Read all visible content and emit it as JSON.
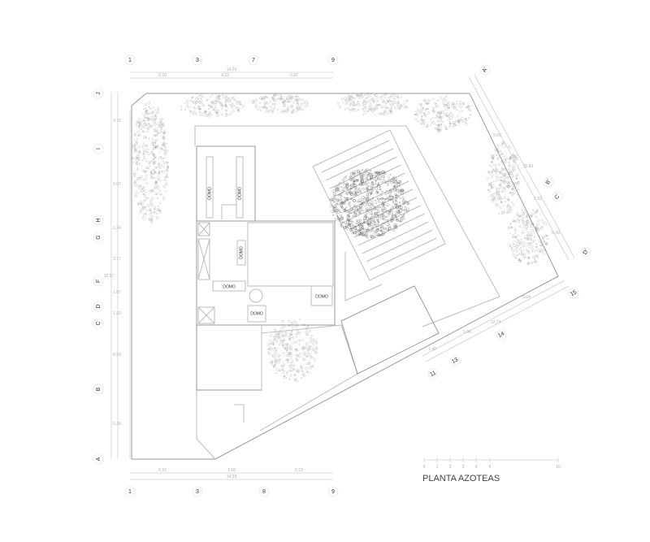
{
  "title": "PLANTA AZOTEAS",
  "grid_top": [
    "1",
    "3",
    "7",
    "9"
  ],
  "grid_bottom": [
    "1",
    "3",
    "8",
    "9"
  ],
  "grid_left": [
    "J",
    "I",
    "H",
    "G",
    "F",
    "D",
    "C",
    "B",
    "A"
  ],
  "grid_right_axes": [
    "A'",
    "B'",
    "C'",
    "D'"
  ],
  "grid_bottom_right": [
    "11",
    "13",
    "14",
    "15"
  ],
  "dims_top": {
    "total": "14.29",
    "parts": [
      "6.10",
      "4.23",
      "6.97"
    ]
  },
  "dims_bottom": {
    "total": "14.29",
    "parts": [
      "6.10",
      "1.68",
      "6.23"
    ]
  },
  "dims_left": [
    "4.18",
    "5.07",
    "1.24",
    "2.17",
    "1.87",
    "1.32",
    "4.99",
    "5.28"
  ],
  "dims_left_extra": "10.67",
  "dims_right": [
    "9.62",
    "15.86",
    "1.32",
    "5.49"
  ],
  "dims_bottom_right": [
    "1.40",
    "5.90",
    "12.74",
    "8.04"
  ],
  "labels": {
    "domo": "DOMO"
  },
  "scale": [
    "0",
    "1",
    "2",
    "3",
    "4",
    "5",
    "10"
  ],
  "colors": {
    "line": "#bdbdbd",
    "text": "#333333",
    "vegetation": "#8a8a8a"
  }
}
